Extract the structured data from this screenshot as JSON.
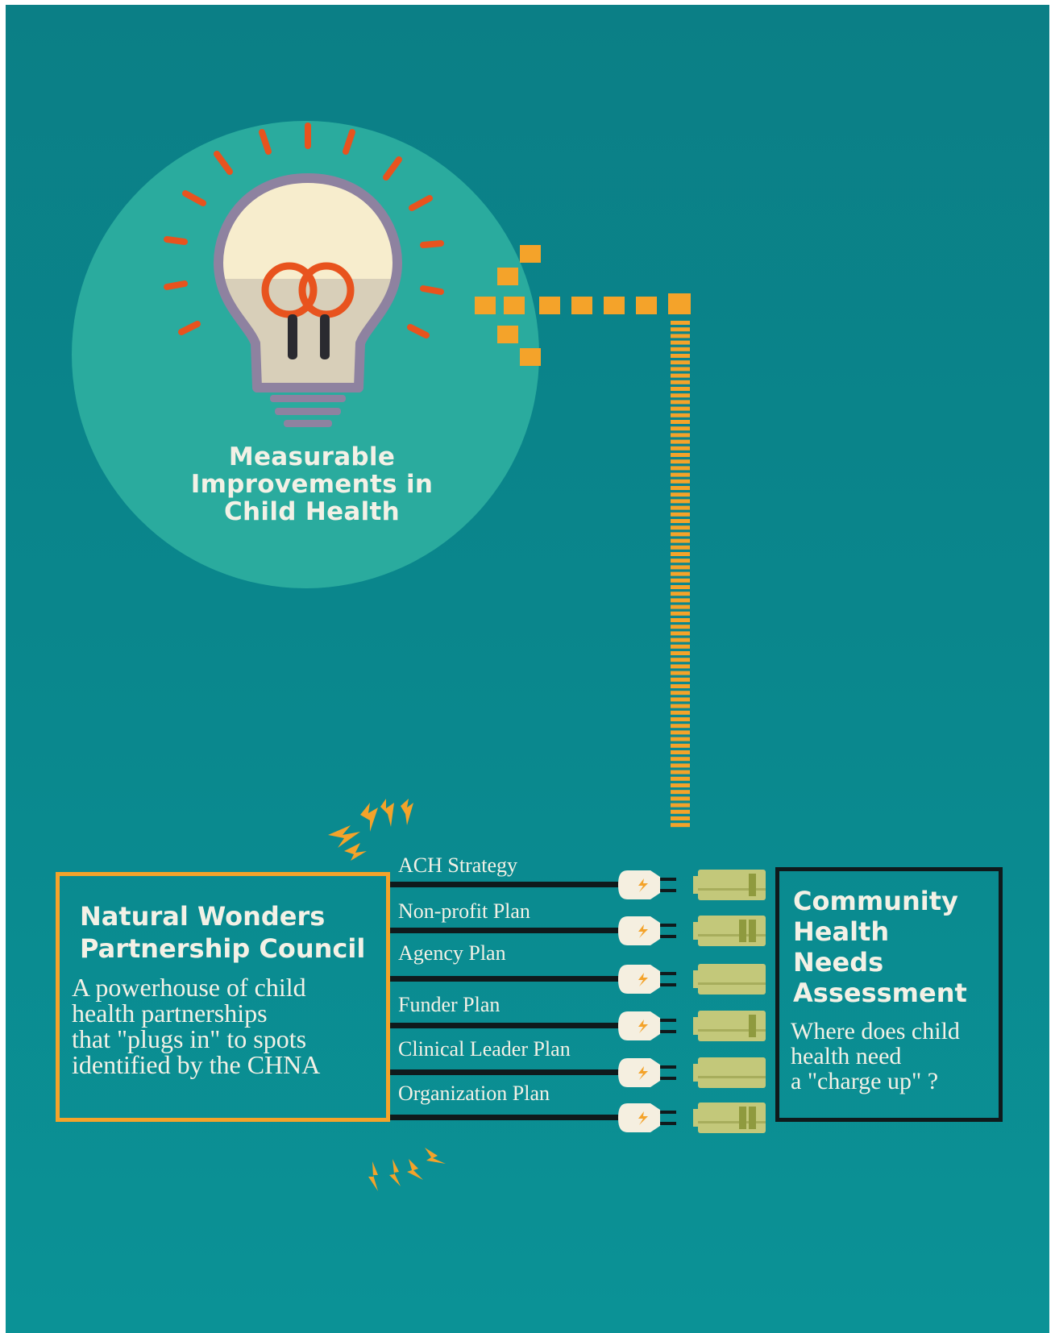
{
  "bulb": {
    "title_lines": [
      "Measurable",
      "Improvements in",
      "Child Health"
    ]
  },
  "council": {
    "title_lines": [
      "Natural Wonders",
      "Partnership Council"
    ],
    "description_lines": [
      "A powerhouse of child",
      "health partnerships",
      "that \"plugs in\" to spots",
      "identified by the CHNA"
    ]
  },
  "assessment": {
    "title_lines": [
      "Community",
      "Health",
      "Needs",
      "Assessment"
    ],
    "description_lines": [
      "Where does child",
      "health need",
      "a \"charge up\" ?"
    ]
  },
  "plans": [
    "ACH Strategy",
    "Non-profit  Plan",
    "Agency Plan",
    "Funder Plan",
    "Clinical Leader Plan",
    "Organization Plan"
  ],
  "colors": {
    "background": "#0b8589",
    "circle": "#2aab9e",
    "orange": "#f4a32a",
    "ray": "#e8531e",
    "cream": "#f3f1e6",
    "battery": "#c3c87a",
    "dark": "#0f1a1c"
  },
  "icons": [
    "light-bulb-icon",
    "spark-icon",
    "plug-icon",
    "battery-icon"
  ]
}
